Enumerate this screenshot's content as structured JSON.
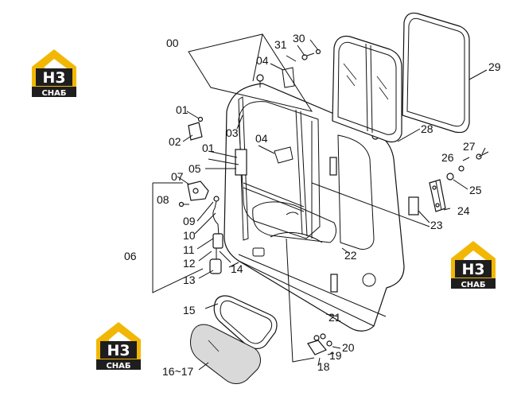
{
  "logo": {
    "mark": "H3",
    "name": "СНАБ",
    "colors": {
      "gold": "#f2b705",
      "dark": "#1e1e1e",
      "white": "#ffffff"
    }
  },
  "labels": [
    {
      "id": "00",
      "text": "00"
    },
    {
      "id": "31",
      "text": "31"
    },
    {
      "id": "30",
      "text": "30"
    },
    {
      "id": "04a",
      "text": "04"
    },
    {
      "id": "01a",
      "text": "01"
    },
    {
      "id": "02",
      "text": "02"
    },
    {
      "id": "03",
      "text": "03"
    },
    {
      "id": "04b",
      "text": "04"
    },
    {
      "id": "01b",
      "text": "01"
    },
    {
      "id": "05",
      "text": "05"
    },
    {
      "id": "07",
      "text": "07"
    },
    {
      "id": "08",
      "text": "08"
    },
    {
      "id": "09",
      "text": "09"
    },
    {
      "id": "10",
      "text": "10"
    },
    {
      "id": "11",
      "text": "11"
    },
    {
      "id": "12",
      "text": "12"
    },
    {
      "id": "06",
      "text": "06"
    },
    {
      "id": "13",
      "text": "13"
    },
    {
      "id": "14",
      "text": "14"
    },
    {
      "id": "15",
      "text": "15"
    },
    {
      "id": "16-17",
      "text": "16~17"
    },
    {
      "id": "18",
      "text": "18"
    },
    {
      "id": "19",
      "text": "19"
    },
    {
      "id": "20",
      "text": "20"
    },
    {
      "id": "21",
      "text": "21"
    },
    {
      "id": "22",
      "text": "22"
    },
    {
      "id": "23",
      "text": "23"
    },
    {
      "id": "24",
      "text": "24"
    },
    {
      "id": "25",
      "text": "25"
    },
    {
      "id": "26",
      "text": "26"
    },
    {
      "id": "27",
      "text": "27"
    },
    {
      "id": "28",
      "text": "28"
    },
    {
      "id": "29",
      "text": "29"
    }
  ]
}
